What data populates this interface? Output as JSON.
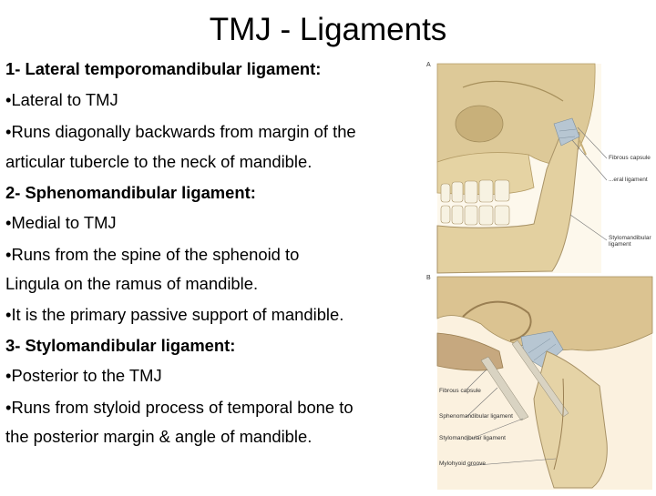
{
  "title": "TMJ - Ligaments",
  "lines": [
    {
      "text": "1- Lateral temporomandibular ligament:",
      "bold": true
    },
    {
      "text": " •Lateral to TMJ",
      "bold": false
    },
    {
      "text": " •Runs diagonally backwards from margin of the",
      "bold": false
    },
    {
      "text": "   articular tubercle to the neck of mandible.",
      "bold": false
    },
    {
      "text": "2- Sphenomandibular ligament:",
      "bold": true
    },
    {
      "text": " •Medial to TMJ",
      "bold": false
    },
    {
      "text": " •Runs from the spine of the sphenoid to",
      "bold": false
    },
    {
      "text": "   Lingula on the ramus of mandible.",
      "bold": false
    },
    {
      "text": " •It is the primary passive support of mandible.",
      "bold": false
    },
    {
      "text": "3- Stylomandibular ligament:",
      "bold": true
    },
    {
      "text": " •Posterior to the TMJ",
      "bold": false
    },
    {
      "text": " •Runs from styloid process of temporal bone to",
      "bold": false
    },
    {
      "text": "   the posterior margin & angle of  mandible.",
      "bold": false
    }
  ],
  "figure": {
    "panel_a": {
      "label": "A",
      "callouts": [
        "Fibrous capsule",
        "...eral ligament",
        "Stylomandibular ligament"
      ]
    },
    "panel_b": {
      "label": "B",
      "callouts": [
        "Fibrous capsule",
        "Sphenomandibular ligament",
        "Stylomandibular ligament",
        "Mylohyoid groove"
      ]
    }
  }
}
